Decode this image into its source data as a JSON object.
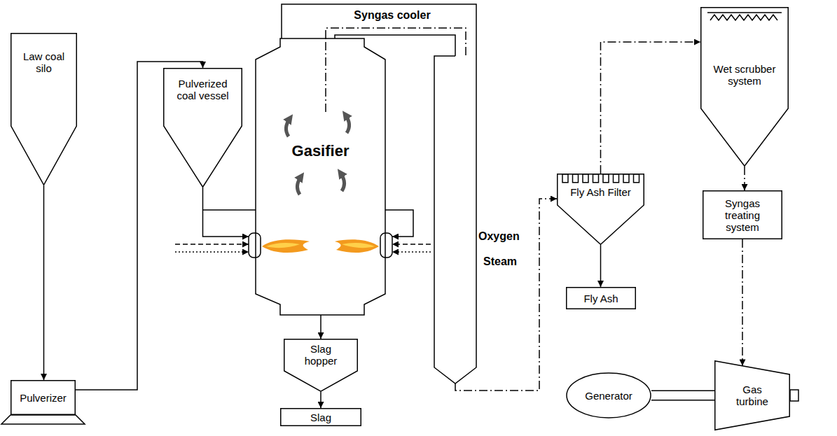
{
  "diagram": {
    "nodes": [
      {
        "text": [
          "Law coal silo"
        ]
      },
      {
        "text": [
          "Pulverizer"
        ]
      },
      {
        "text": [
          "Pulverized coal vessel"
        ]
      },
      {
        "text": [
          "Gasifier"
        ]
      },
      {
        "text": [
          "Syngas cooler"
        ]
      },
      {
        "text": [
          "Slag hopper"
        ]
      },
      {
        "text": [
          "Slag"
        ]
      },
      {
        "text": [
          "Fly Ash Filter"
        ]
      },
      {
        "text": [
          "Fly Ash"
        ]
      },
      {
        "text": [
          "Wet scrubber system"
        ]
      },
      {
        "text": [
          "Syngas treating system"
        ]
      },
      {
        "text": [
          "Gas turbine"
        ]
      },
      {
        "text": [
          "Generator"
        ]
      }
    ],
    "edges": [
      {
        "from": 0,
        "to": 1,
        "arrow": "to"
      },
      {
        "from": 1,
        "to": 2,
        "arrow": "to"
      },
      {
        "from": 2,
        "to": 3,
        "arrow": "to"
      },
      {
        "from": 3,
        "to": 4,
        "arrow": "none"
      },
      {
        "from": 4,
        "to": 7,
        "arrow": "to"
      },
      {
        "from": 3,
        "to": 5,
        "arrow": "to"
      },
      {
        "from": 5,
        "to": 6,
        "arrow": "to"
      },
      {
        "from": 7,
        "to": 8,
        "arrow": "to"
      },
      {
        "from": 7,
        "to": 9,
        "arrow": "to"
      },
      {
        "from": 9,
        "to": 10,
        "arrow": "to"
      },
      {
        "from": 10,
        "to": 11,
        "arrow": "to"
      },
      {
        "from": 11,
        "to": 12,
        "arrow": "none"
      }
    ],
    "labels": [
      "Oxygen",
      "Steam"
    ]
  }
}
